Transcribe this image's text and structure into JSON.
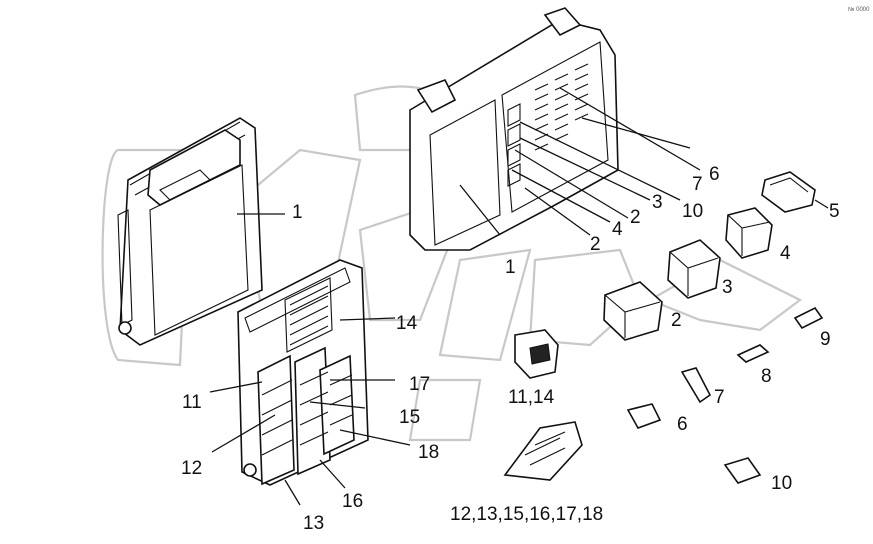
{
  "corner_mark": "№ 0000",
  "labels": {
    "ecu_1": "1",
    "fuse_box_1": "1",
    "fuse_box_2a": "2",
    "fuse_box_2b": "2",
    "fuse_box_3": "3",
    "fuse_box_4": "4",
    "fuse_box_6": "6",
    "fuse_box_7": "7",
    "fuse_box_10": "10",
    "relay_5": "5",
    "relay_4": "4",
    "relay_3": "3",
    "relay_2": "2",
    "clip_9": "9",
    "clip_8": "8",
    "clip_7": "7",
    "fuse_6": "6",
    "clip_10": "10",
    "connector_11_14": "11,14",
    "connector_group": "12,13,15,16,17,18",
    "jb_14": "14",
    "jb_11": "11",
    "jb_17": "17",
    "jb_15": "15",
    "jb_18": "18",
    "jb_12": "12",
    "jb_16": "16",
    "jb_13": "13"
  }
}
